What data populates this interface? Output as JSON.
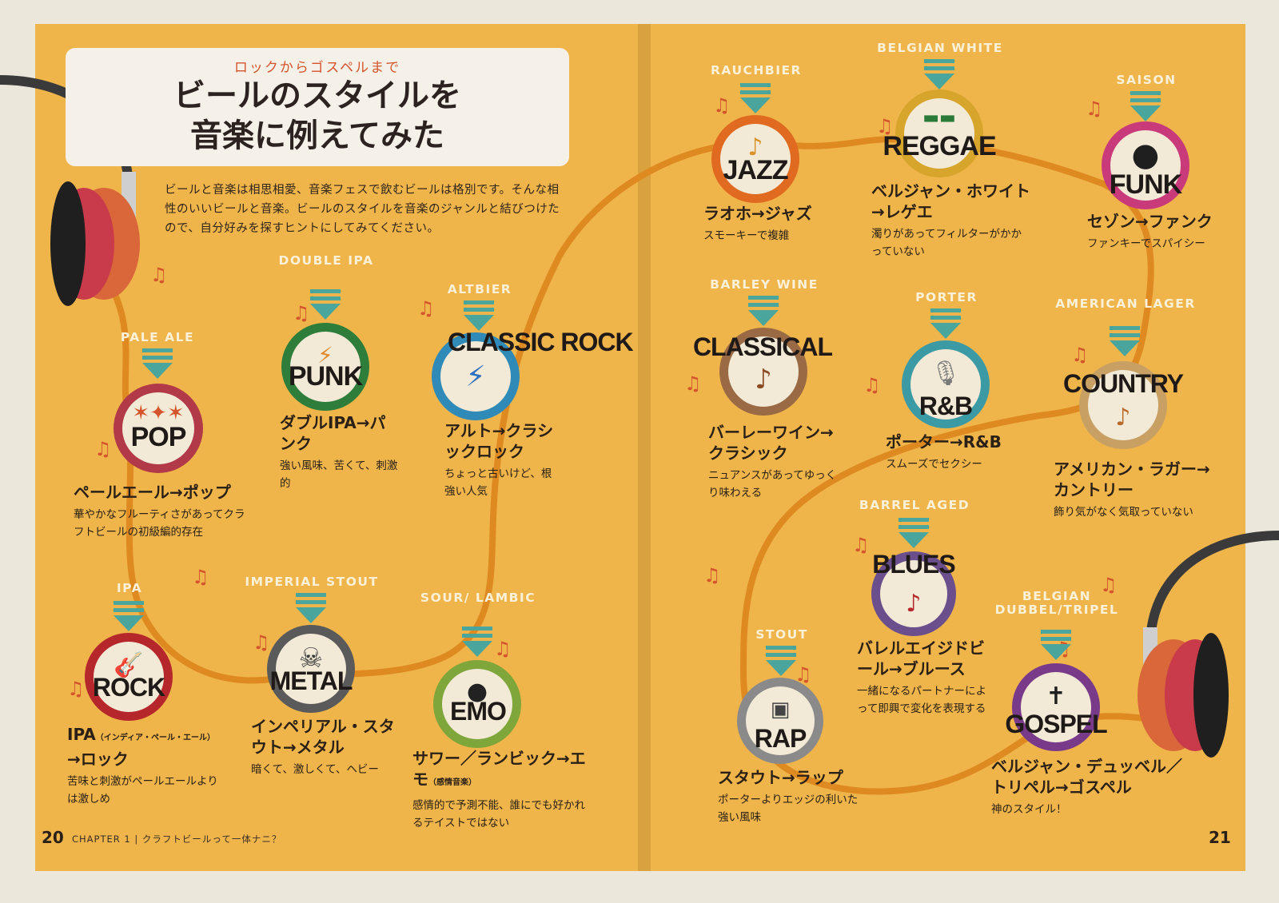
{
  "colors": {
    "page": "#efb54a",
    "road": "#de8a21",
    "text": "#2a2016",
    "accent": "#d4542c",
    "beerlabel": "#fbf1d8",
    "arrow": "#4aa69c"
  },
  "header": {
    "kicker": "ロックからゴスペルまで",
    "title_line1": "ビールのスタイルを",
    "title_line2": "音楽に例えてみた",
    "intro": "ビールと音楽は相思相愛、音楽フェスで飲むビールは格別です。そんな相性のいいビールと音楽。ビールのスタイルを音楽のジャンルと結びつけたので、自分好みを探すヒントにしてみてください。"
  },
  "footer": {
    "left_page": "20",
    "running_head": "CHAPTER 1 | クラフトビールって一体ナニ？",
    "right_page": "21"
  },
  "genres": {
    "pop": {
      "beer": "PALE ALE",
      "genre": "POP",
      "title": "ペールエール→ポップ",
      "text": "華やかなフルーティさがあってクラフトビールの初級編的存在",
      "icon": "fireworks-icon",
      "ring": "#b23a48"
    },
    "punk": {
      "beer": "DOUBLE IPA",
      "genre": "PUNK",
      "title": "ダブルIPA→パンク",
      "text": "強い風味、苦くて、刺激的",
      "icon": "rock-hands-icon",
      "ring": "#2e7d3a"
    },
    "classic_rock": {
      "beer": "ALTBIER",
      "genre": "CLASSIC ROCK",
      "title": "アルト→クラシックロック",
      "text": "ちょっと古いけど、根強い人気",
      "icon": "flying-v-guitar-icon",
      "ring": "#2f8ab8"
    },
    "rock": {
      "beer": "IPA",
      "genre": "ROCK",
      "title": "IPA",
      "title_sub": "（インディア・ペール・エール）",
      "title2": "→ロック",
      "text": "苦味と刺激がペールエールよりは激しめ",
      "icon": "electric-guitar-icon",
      "ring": "#b5272b"
    },
    "metal": {
      "beer": "IMPERIAL STOUT",
      "genre": "METAL",
      "title": "インペリアル・スタウト→メタル",
      "text": "暗くて、激しくて、ヘビー",
      "icon": "skull-crossbones-icon",
      "ring": "#5a5a5a"
    },
    "emo": {
      "beer": "SOUR/ LAMBIC",
      "genre": "EMO",
      "title": "サワー／ランビック→エモ",
      "title_sub": "（感情音楽）",
      "text": "感情的で予測不能、誰にでも好かれるテイストではない",
      "icon": "emo-face-icon",
      "ring": "#7fa63a"
    },
    "jazz": {
      "beer": "RAUCHBIER",
      "genre": "JAZZ",
      "title": "ラオホ→ジャズ",
      "text": "スモーキーで複雑",
      "icon": "saxophone-icon",
      "ring": "#e06a1f"
    },
    "reggae": {
      "beer": "BELGIAN WHITE",
      "genre": "REGGAE",
      "title": "ベルジャン・ホワイト→レゲエ",
      "text": "濁りがあってフィルターがかかっていない",
      "icon": "rasta-face-icon",
      "ring": "#d7a52b"
    },
    "funk": {
      "beer": "SAISON",
      "genre": "FUNK",
      "title": "セゾン→ファンク",
      "text": "ファンキーでスパイシー",
      "icon": "afro-face-icon",
      "ring": "#c93a7a"
    },
    "classical": {
      "beer": "BARLEY WINE",
      "genre": "CLASSICAL",
      "title": "バーレーワイン→クラシック",
      "text": "ニュアンスがあってゆっくり味わえる",
      "icon": "violin-icon",
      "ring": "#9a6a45"
    },
    "rnb": {
      "beer": "PORTER",
      "genre": "R&B",
      "title": "ポーター→R&B",
      "text": "スムーズでセクシー",
      "icon": "microphone-icon",
      "ring": "#3c9aa5"
    },
    "country": {
      "beer": "AMERICAN LAGER",
      "genre": "COUNTRY",
      "title": "アメリカン・ラガー→カントリー",
      "text": "飾り気がなく気取っていない",
      "icon": "acoustic-guitar-icon",
      "ring": "#c9a064"
    },
    "blues": {
      "beer": "BARREL AGED",
      "genre": "BLUES",
      "title": "バレルエイジドビール→ブルース",
      "text": "一緒になるパートナーによって即興で変化を表現する",
      "icon": "blues-guitar-icon",
      "ring": "#6b4f8c"
    },
    "rap": {
      "beer": "STOUT",
      "genre": "RAP",
      "title": "スタウト→ラップ",
      "text": "ポーターよりエッジの利いた強い風味",
      "icon": "boombox-icon",
      "ring": "#8a8a8a"
    },
    "gospel": {
      "beer": "BELGIAN DUBBEL/TRIPEL",
      "genre": "GOSPEL",
      "title": "ベルジャン・デュッベル／トリペル→ゴスペル",
      "text": "神のスタイル！",
      "icon": "piano-cross-icon",
      "ring": "#7a3a8a"
    }
  }
}
